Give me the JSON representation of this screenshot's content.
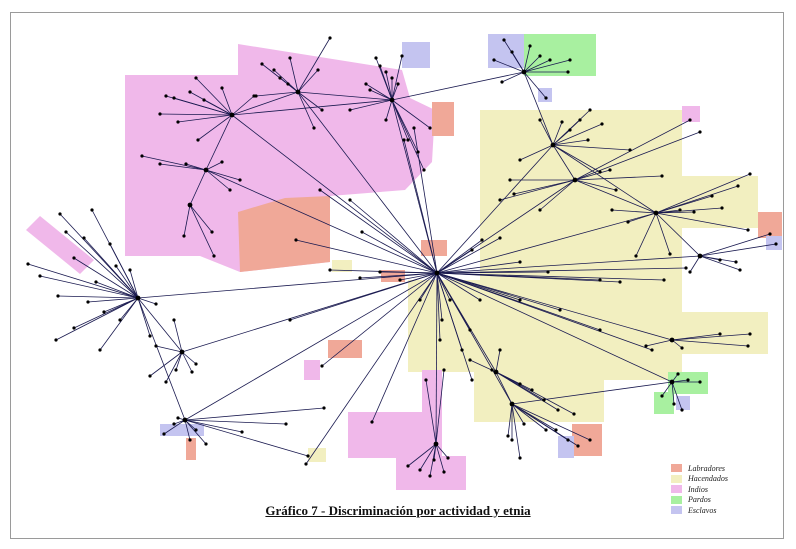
{
  "caption": "Gráfico 7 - Discriminación por actividad y etnia",
  "legend": [
    {
      "label": "Labradores",
      "color": "#f0a898"
    },
    {
      "label": "Hacendados",
      "color": "#f2efc0"
    },
    {
      "label": "Indios",
      "color": "#f0b8ea"
    },
    {
      "label": "Pardos",
      "color": "#a8f0a0"
    },
    {
      "label": "Esclavos",
      "color": "#c4c4f0"
    }
  ],
  "colors": {
    "edge": "#1a1a50",
    "node": "#000000",
    "frame": "#9a9a9a"
  }
}
